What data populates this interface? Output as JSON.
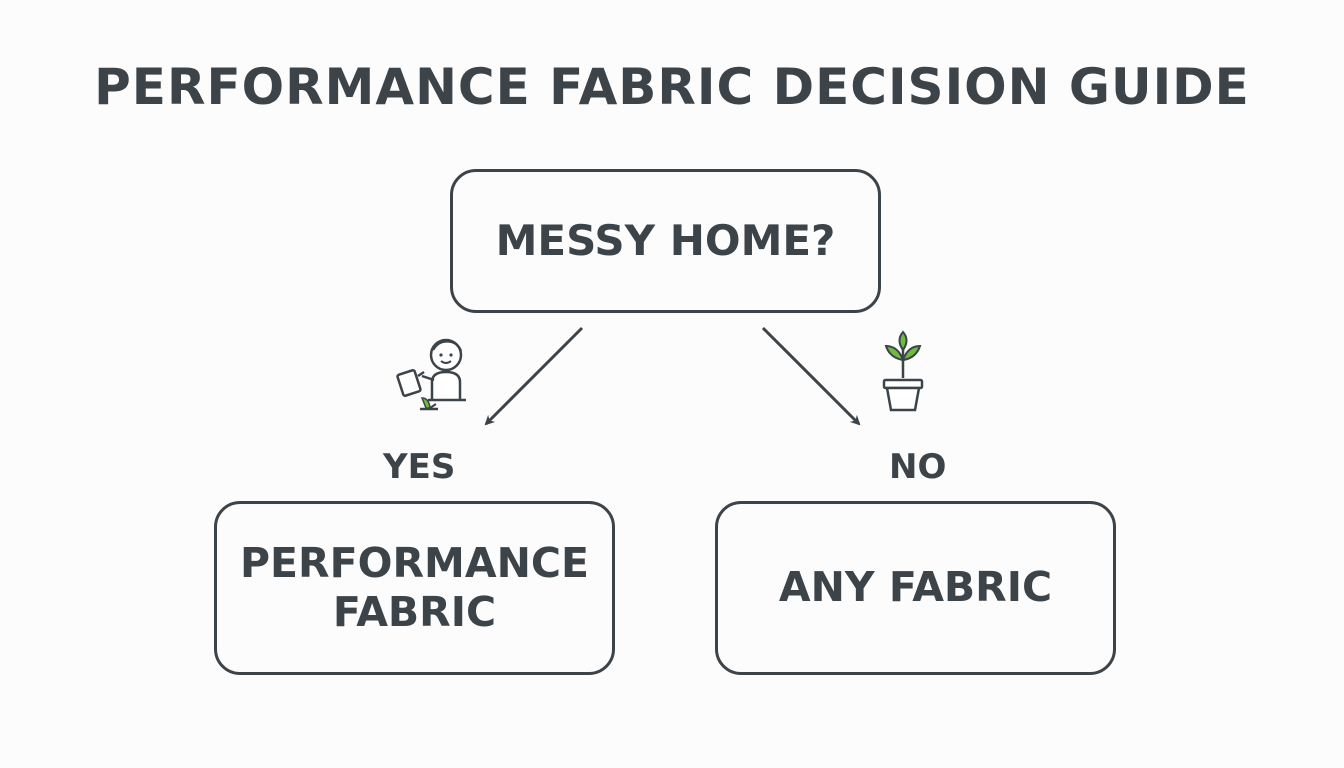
{
  "title": "PERFORMANCE FABRIC DECISION GUIDE",
  "nodes": {
    "root": "MESSY HOME?",
    "yes_result": "PERFORMANCE\nFABRIC",
    "no_result": "ANY FABRIC"
  },
  "branches": {
    "yes_label": "YES",
    "no_label": "NO"
  },
  "icons": {
    "yes_icon": "child-watering-icon",
    "no_icon": "potted-plant-icon"
  },
  "colors": {
    "text": "#3d4449",
    "stroke": "#3d4449",
    "accent_green": "#6dbb3f",
    "background": "#fcfcfc"
  }
}
